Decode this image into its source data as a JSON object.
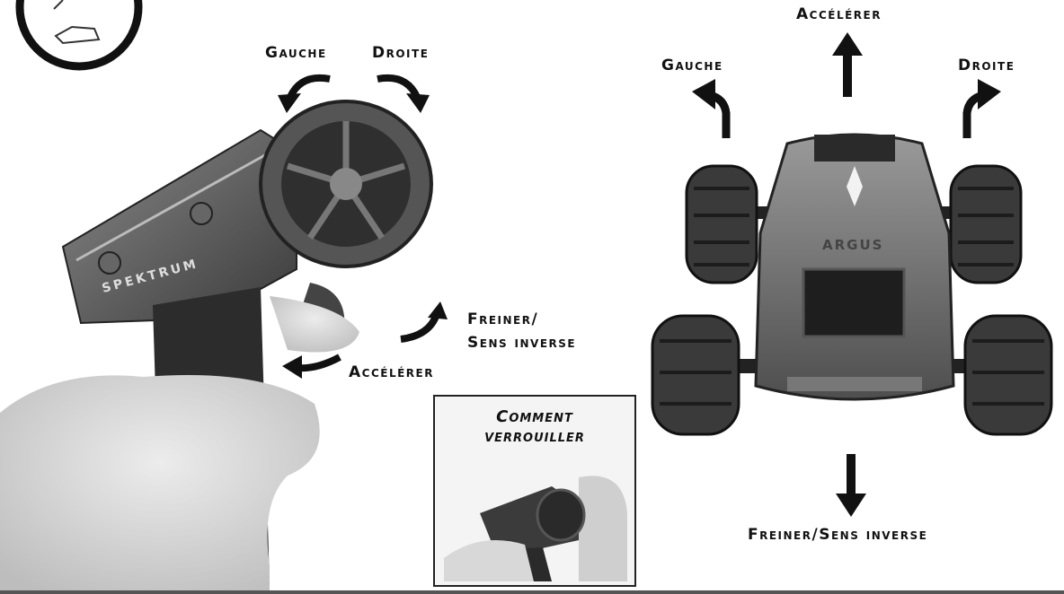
{
  "transmitter": {
    "brand": "SPEKTRUM",
    "left": "Gauche",
    "right": "Droite",
    "throttle": "Accélérer",
    "brake_line1": "Freiner/",
    "brake_line2": "Sens inverse"
  },
  "inset": {
    "line1": "Comment",
    "line2": "verrouiller"
  },
  "car": {
    "badge": "ARGUS",
    "throttle": "Accélérer",
    "left": "Gauche",
    "right": "Droite",
    "brake": "Freiner/Sens inverse"
  }
}
